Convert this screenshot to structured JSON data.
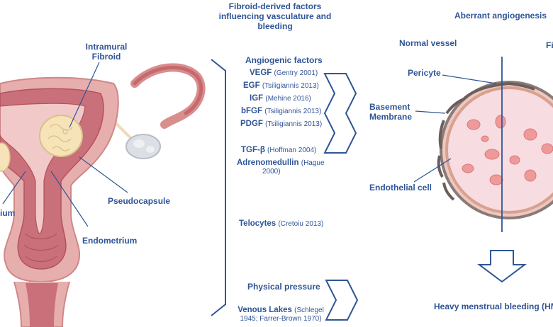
{
  "header": {
    "title_lines": [
      "Fibroid-derived factors",
      "influencing vasculature and",
      "bleeding"
    ],
    "right_title": "Aberrant angiogenesis",
    "normal_vessel": "Normal vessel",
    "right_cut": "Fi"
  },
  "uterus_labels": {
    "intramural_fibroid": [
      "Intramural",
      "Fibroid"
    ],
    "pseudocapsule": "Pseudocapsule",
    "endometrium": "Endometrium",
    "left_cut": "ium"
  },
  "factors": {
    "section_title": "Angiogenic factors",
    "items": [
      {
        "name": "VEGF",
        "ref": "(Gentry 2001)"
      },
      {
        "name": "EGF",
        "ref": "(Tsiligiannis 2013)"
      },
      {
        "name": "IGF",
        "ref": "(Mehine 2016)"
      },
      {
        "name": "bFGF",
        "ref": "(Tsiligiannis 2013)"
      },
      {
        "name": "PDGF",
        "ref": "(Tsiligiannis 2013)"
      },
      {
        "name": "TGF-β",
        "ref": "(Hoffman 2004)"
      }
    ],
    "adrenomedullin": {
      "name": "Adrenomedullin",
      "ref_a": "(Hague",
      "ref_b": "2000)"
    },
    "telocytes": {
      "name": "Telocytes",
      "ref": "(Cretoiu 2013)"
    },
    "physical_pressure": "Physical pressure",
    "venous_lakes": {
      "name": "Venous Lakes",
      "ref_a": "(Schlegel",
      "ref_b": "1945; Farrer-Brown 1970)"
    }
  },
  "vessel_labels": {
    "pericyte": "Pericyte",
    "basement": [
      "Basement",
      "Membrane"
    ],
    "endothelial": "Endothelial cell",
    "hmb": "Heavy menstrual bleeding (HM"
  },
  "colors": {
    "text": "#2f5597",
    "arrow": "#2f5597",
    "uterus_outer": "#e7aeae",
    "uterus_inner": "#b5525a",
    "fibroid": "#f7e3b8",
    "vessel_fill": "#f7dde1",
    "blood_cell": "#ef9a9a"
  }
}
